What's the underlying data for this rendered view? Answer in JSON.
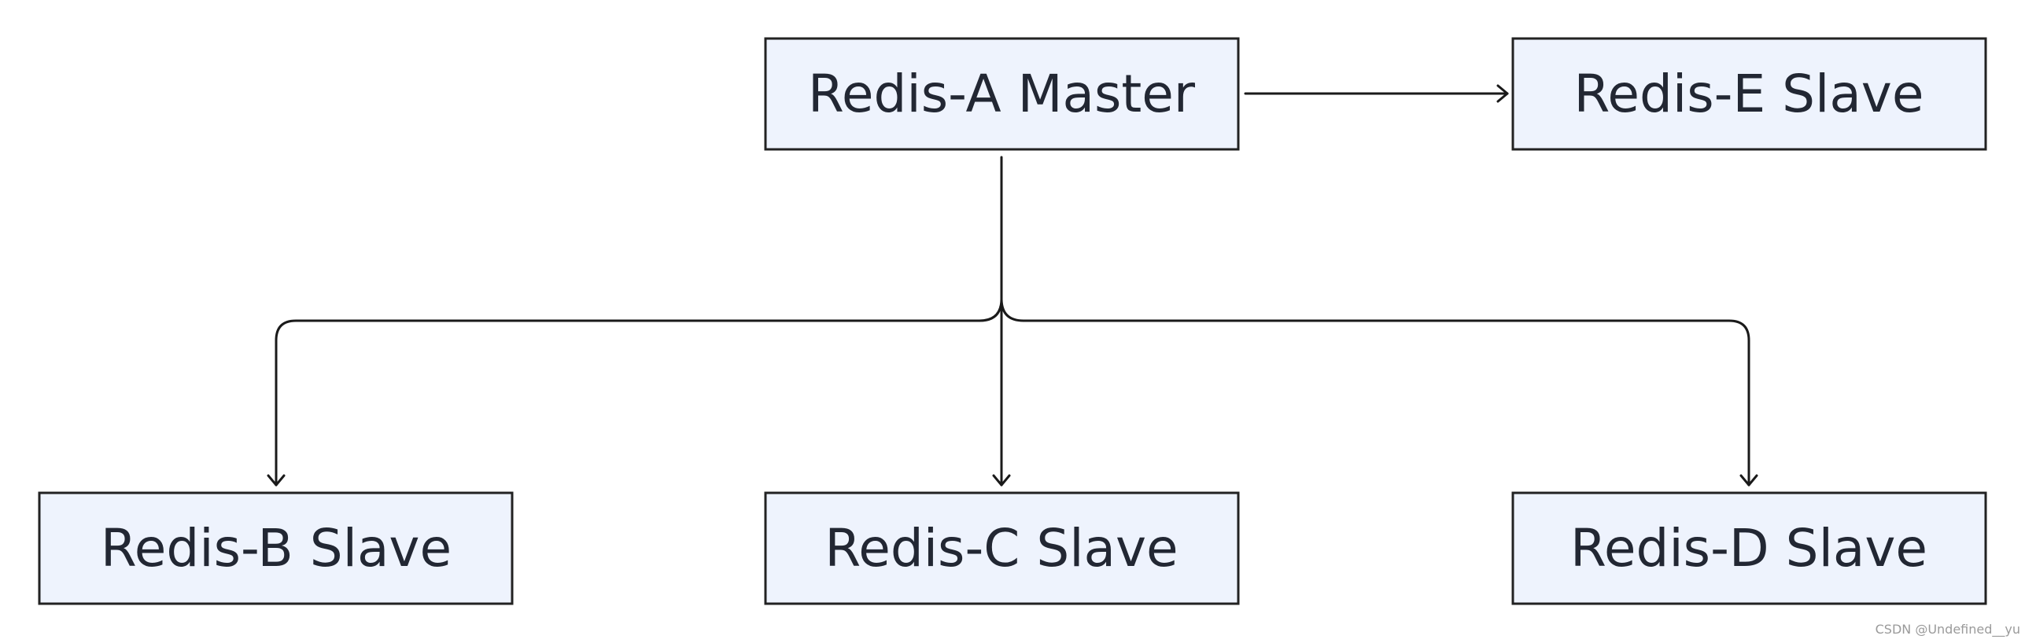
{
  "nodes": {
    "master": "Redis-A Master",
    "slave_e": "Redis-E Slave",
    "slave_b": "Redis-B Slave",
    "slave_c": "Redis-C Slave",
    "slave_d": "Redis-D Slave"
  },
  "watermark": "CSDN @Undefined__yu"
}
